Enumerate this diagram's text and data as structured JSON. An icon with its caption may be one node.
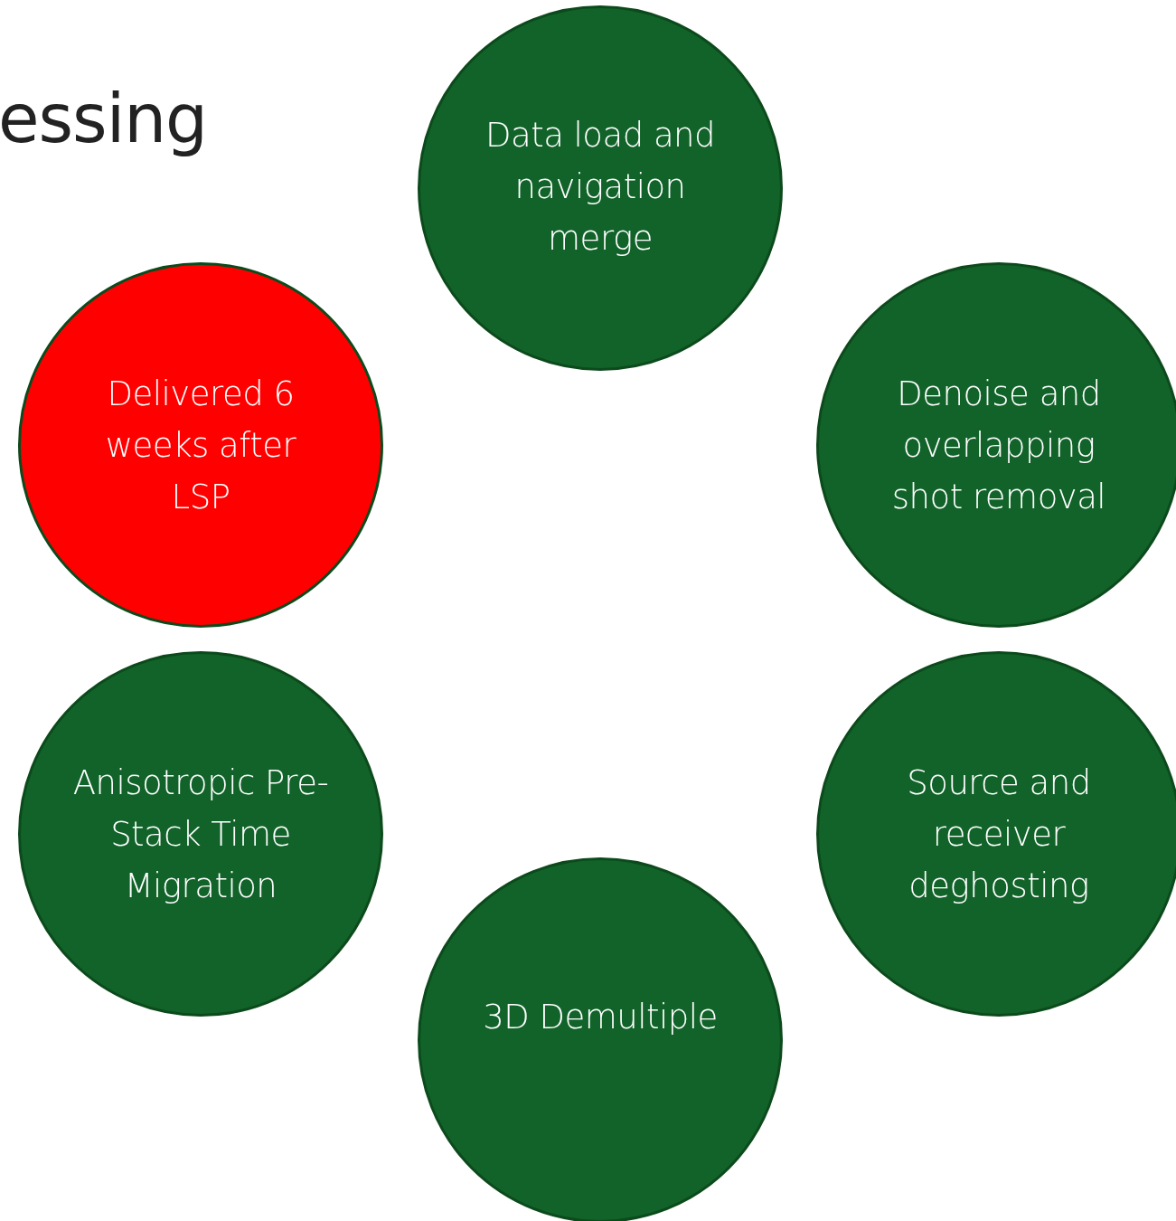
{
  "diagram": {
    "title": "essing",
    "nodes": [
      {
        "text": [
          "Data load and navigation merge"
        ]
      },
      {
        "text": [
          "Denoise and overlapping shot removal"
        ]
      },
      {
        "text": [
          "Source and receiver deghosting"
        ]
      },
      {
        "text": [
          "3D Demultiple"
        ]
      },
      {
        "text": [
          "Anisotropic Pre-Stack Time Migration"
        ]
      },
      {
        "text": [
          "Delivered 6 weeks after LSP"
        ]
      }
    ]
  }
}
